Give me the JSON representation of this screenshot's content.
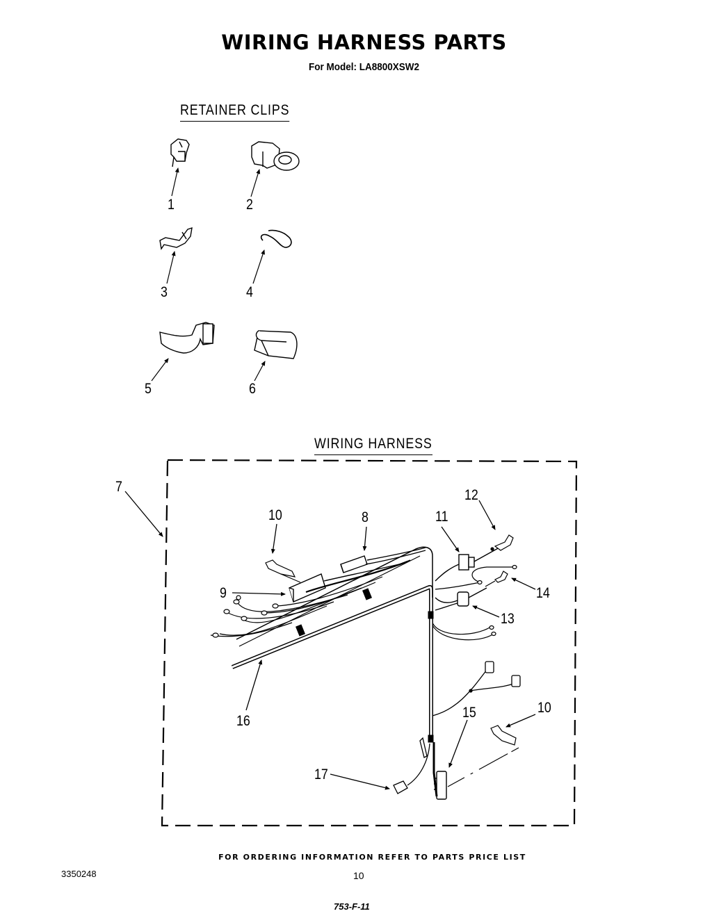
{
  "header": {
    "title": "WIRING HARNESS PARTS",
    "model_line": "For Model: LA8800XSW2"
  },
  "sections": {
    "retainer_clips": {
      "heading": "RETAINER CLIPS",
      "parts": [
        {
          "number": "1",
          "shape": "small-retainer-clip"
        },
        {
          "number": "2",
          "shape": "ring-retainer-clip"
        },
        {
          "number": "3",
          "shape": "hook-retainer-clip"
        },
        {
          "number": "4",
          "shape": "wire-hook-clip"
        },
        {
          "number": "5",
          "shape": "strap-retainer-clip"
        },
        {
          "number": "6",
          "shape": "sleeve-retainer-clip"
        }
      ]
    },
    "wiring_harness": {
      "heading": "WIRING HARNESS",
      "callouts": [
        {
          "number": "7",
          "target": "complete-harness-assembly"
        },
        {
          "number": "8",
          "target": "connector-block"
        },
        {
          "number": "9",
          "target": "main-connector-block"
        },
        {
          "number": "10",
          "target": "terminal-clip-upper"
        },
        {
          "number": "10",
          "target": "terminal-clip-lower"
        },
        {
          "number": "11",
          "target": "plug-connector"
        },
        {
          "number": "12",
          "target": "spade-terminal"
        },
        {
          "number": "13",
          "target": "two-pin-connector"
        },
        {
          "number": "14",
          "target": "terminal"
        },
        {
          "number": "15",
          "target": "multi-pin-connector"
        },
        {
          "number": "16",
          "target": "harness-sleeve"
        },
        {
          "number": "17",
          "target": "single-terminal-connector"
        }
      ]
    }
  },
  "footer": {
    "ordering_note": "FOR ORDERING INFORMATION REFER TO PARTS PRICE LIST",
    "document_number": "3350248",
    "page_number": "10",
    "reference_code": "753-F-11"
  }
}
